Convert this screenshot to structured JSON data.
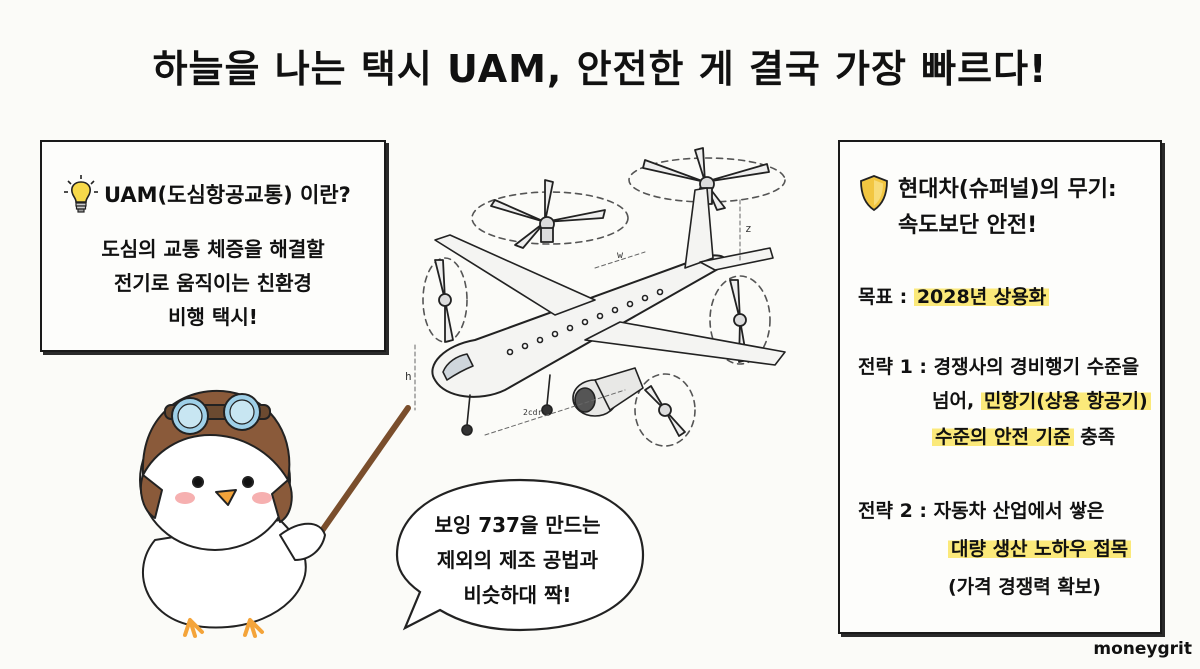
{
  "title": "하늘을 나는 택시 UAM, 안전한 게 결국 가장 빠르다!",
  "left_box": {
    "icon": "lightbulb-icon",
    "heading": "UAM(도심항공교통) 이란?",
    "lines": [
      "도심의 교통 체증을 해결할",
      "전기로 움직이는 친환경",
      "비행 택시!"
    ]
  },
  "speech_bubble": {
    "lines": [
      "보잉 737을 만드는",
      "제외의 제조 공법과",
      "비슷하대 짝!"
    ]
  },
  "right_box": {
    "icon": "shield-icon",
    "heading_line1": "현대차(슈퍼널)의 무기:",
    "heading_line2": "속도보단 안전!",
    "goal_label": "목표 :",
    "goal_value": "2028년 상용화",
    "strategy1_label": "전략 1 : 경쟁사의 경비행기 수준을",
    "strategy1_line2_prefix": "넘어,",
    "strategy1_line2_hl": "민항기(상용 항공기)",
    "strategy1_line3_hl": "수준의 안전 기준",
    "strategy1_line3_suffix": "충족",
    "strategy2_label": "전략 2 : 자동차 산업에서 쌓은",
    "strategy2_line2_hl": "대량 생산 노하우 접목",
    "strategy2_line3": "(가격 경쟁력 확보)"
  },
  "diagram_labels": {
    "w": "w",
    "z": "z",
    "h": "h",
    "dim": "2cdr."
  },
  "watermark": "moneygrit",
  "colors": {
    "highlight": "#fbe97a",
    "shield": "#f2c641",
    "helmet": "#8a5a3a",
    "goggle": "#9fd0e8",
    "cheek": "#f6b0b0",
    "beak": "#f4a43a"
  }
}
